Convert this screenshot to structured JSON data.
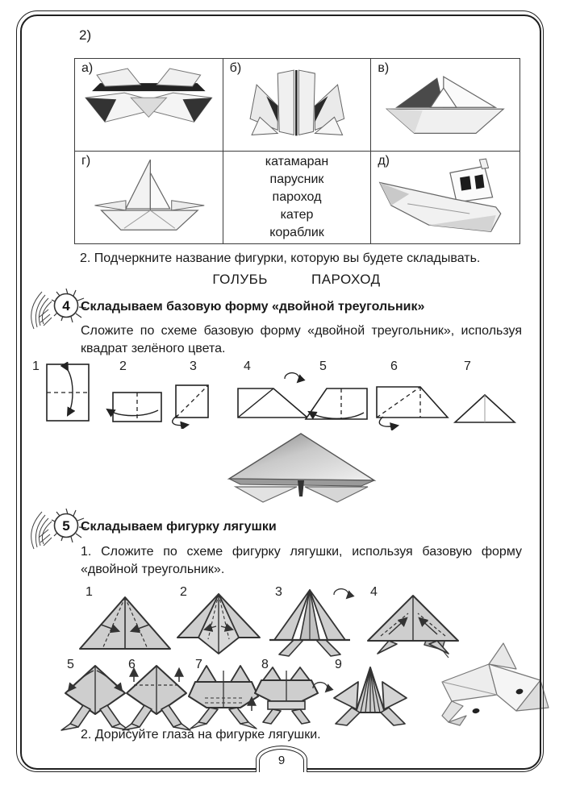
{
  "page": {
    "item_label": "2)",
    "page_number": "9"
  },
  "table": {
    "cells": [
      {
        "label": "а)",
        "figure": "catamaran-origami-sketch"
      },
      {
        "label": "б)",
        "figure": "double-hull-boat-origami-sketch"
      },
      {
        "label": "в)",
        "figure": "paper-boat-origami-sketch"
      },
      {
        "label": "г)",
        "figure": "sailboat-origami-sketch"
      },
      {
        "label": "д)",
        "figure": "steamboat-origami-sketch"
      }
    ],
    "words": [
      "катамаран",
      "парусник",
      "пароход",
      "катер",
      "кораблик"
    ]
  },
  "task2": {
    "text": "2. Подчеркните название фигурки, которую вы будете складывать.",
    "options": [
      "ГОЛУБЬ",
      "ПАРОХОД"
    ]
  },
  "section4": {
    "number": "4",
    "title": "Складываем базовую форму «двойной треугольник»",
    "body": "Сложите по схеме базовую форму «двойной треугольник», используя квадрат зелёного цвета.",
    "steps": [
      "1",
      "2",
      "3",
      "4",
      "5",
      "6",
      "7"
    ],
    "result_figure": "double-triangle-base-sketch"
  },
  "section5": {
    "number": "5",
    "title": "Складываем фигурку лягушки",
    "task1": "1. Сложите по схеме фигурку лягушки, используя базовую форму «двойной треугольник».",
    "steps_row1": [
      "1",
      "2",
      "3",
      "4"
    ],
    "steps_row2": [
      "5",
      "6",
      "7",
      "8",
      "9"
    ],
    "task2": "2. Дорисуйте глаза на фигурке лягушки.",
    "result_figure": "frog-origami-sketch"
  }
}
